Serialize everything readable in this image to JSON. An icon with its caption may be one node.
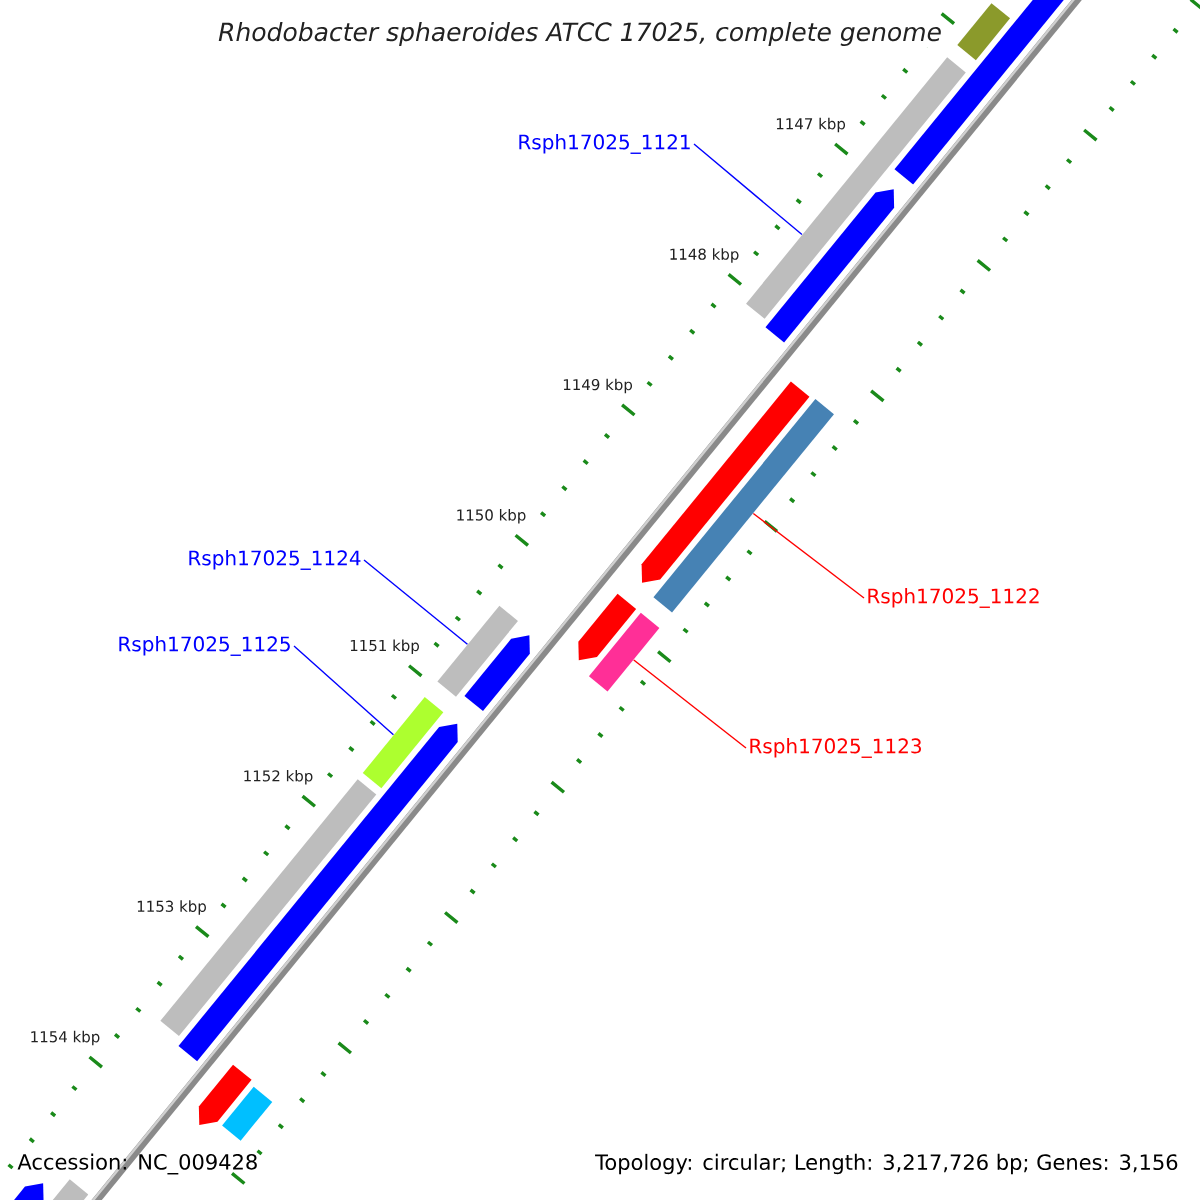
{
  "diagram": {
    "title": "Rhodobacter sphaeroides ATCC 17025, complete genome",
    "nodes": [
      {
        "text": [
          "Rsph17025_1121"
        ]
      },
      {
        "text": [
          "Rsph17025_1124"
        ]
      },
      {
        "text": [
          "Rsph17025_1122"
        ]
      },
      {
        "text": [
          "Rsph17025_1125"
        ]
      },
      {
        "text": [
          "Rsph17025_1123"
        ]
      },
      {
        "text": [],
        "shape": "bar"
      },
      {
        "text": [],
        "shape": "bar"
      },
      {
        "text": [],
        "shape": "bar"
      },
      {
        "text": [],
        "shape": "bar"
      },
      {
        "text": [],
        "shape": "bar"
      },
      {
        "text": [],
        "shape": "bar"
      },
      {
        "text": [],
        "shape": "bar"
      },
      {
        "text": [],
        "shape": "arrow"
      },
      {
        "text": [],
        "shape": "arrow"
      },
      {
        "text": [],
        "shape": "arrow"
      },
      {
        "text": [],
        "shape": "arrow"
      },
      {
        "text": [],
        "shape": "bar"
      },
      {
        "text": [],
        "shape": "bar"
      },
      {
        "text": [],
        "shape": "arrow"
      },
      {
        "text": [],
        "shape": "arrow"
      },
      {
        "text": [],
        "shape": "arrow"
      },
      {
        "text": [],
        "shape": "bar"
      }
    ],
    "edges": [
      {
        "from": 0,
        "to": 5,
        "arrow": "none"
      },
      {
        "from": 1,
        "to": 6,
        "arrow": "none"
      },
      {
        "from": 2,
        "to": 7,
        "arrow": "none",
        "color": "#ff0000"
      },
      {
        "from": 3,
        "to": 8,
        "arrow": "none"
      },
      {
        "from": 4,
        "to": 9,
        "arrow": "none",
        "color": "#ff0000"
      }
    ],
    "labels": [
      "1147 kbp",
      "1148 kbp",
      "1149 kbp",
      "1150 kbp",
      "1151 kbp",
      "1152 kbp",
      "1153 kbp",
      "1154 kbp",
      "Accession: NC_009428",
      "Topology: circular; Length: 3,217,726 bp; Genes: 3,156"
    ]
  }
}
